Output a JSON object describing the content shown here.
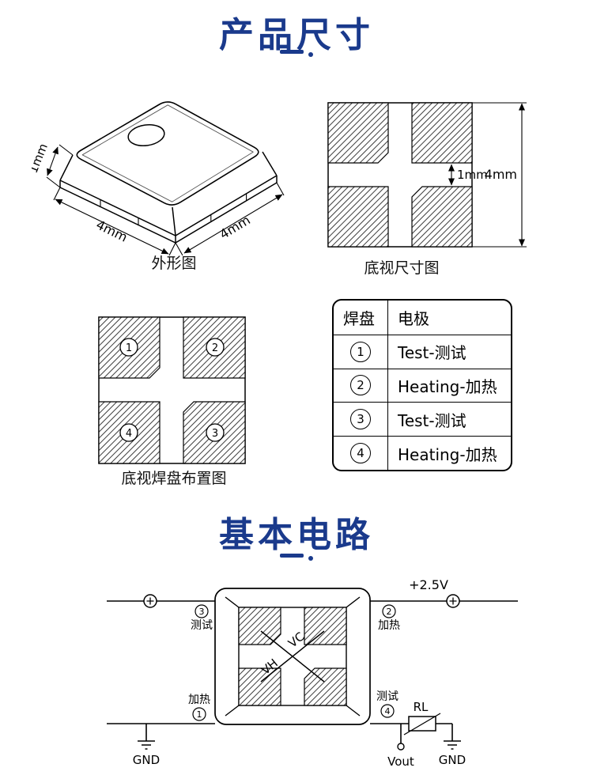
{
  "meta": {
    "accent": "#1a3a8c"
  },
  "titles": {
    "section1": "产品尺寸",
    "section2": "基本电路"
  },
  "outline": {
    "caption": "外形图",
    "dim_height": "1mm",
    "dim_left": "4mm",
    "dim_right": "4mm"
  },
  "bottom_view": {
    "caption": "底视尺寸图",
    "dim_channel": "1mm",
    "dim_side": "4mm"
  },
  "pad_layout": {
    "caption": "底视焊盘布置图",
    "numbers": {
      "tl": "1",
      "tr": "2",
      "br": "3",
      "bl": "4"
    }
  },
  "pad_table": {
    "headers": [
      "焊盘",
      "电极"
    ],
    "rows": [
      {
        "pad": "1",
        "electrode": "Test-测试"
      },
      {
        "pad": "2",
        "electrode": "Heating-加热"
      },
      {
        "pad": "3",
        "electrode": "Test-测试"
      },
      {
        "pad": "4",
        "electrode": "Heating-加热"
      }
    ]
  },
  "circuit": {
    "supply": "+2.5V",
    "vc": "VC",
    "vh": "VH",
    "rl": "RL",
    "vout": "Vout",
    "gnd_left": "GND",
    "gnd_right": "GND",
    "pads": {
      "top_left": {
        "num": "3",
        "label": "测试"
      },
      "top_right": {
        "num": "2",
        "label": "加热"
      },
      "bottom_left": {
        "num": "1",
        "label": "加热"
      },
      "bottom_right": {
        "num": "4",
        "label": "测试"
      }
    }
  }
}
